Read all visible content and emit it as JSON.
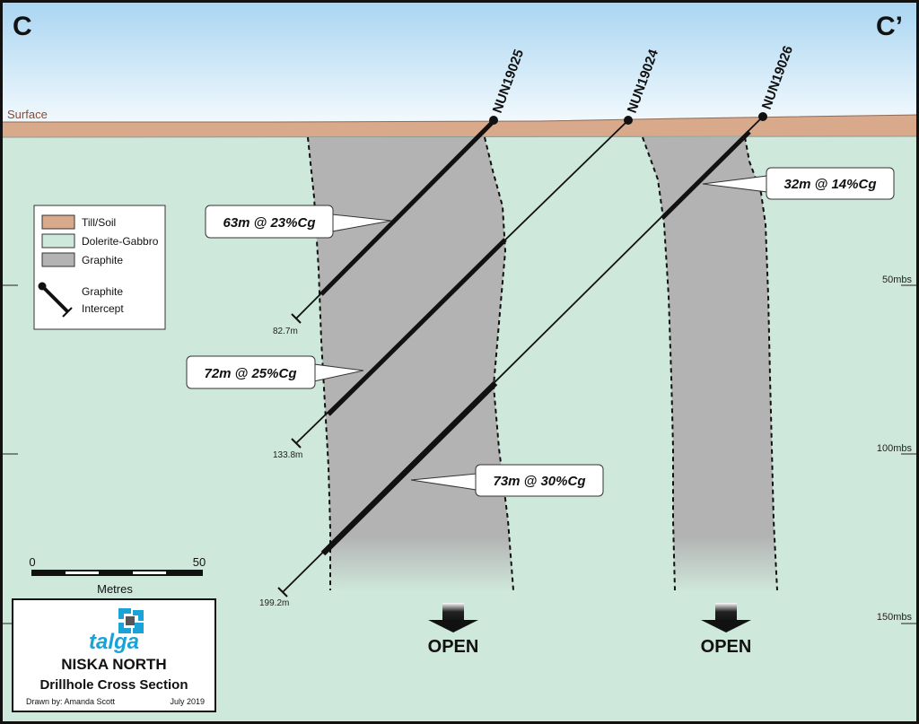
{
  "section": {
    "left_label": "C",
    "right_label": "C’",
    "surface_label": "Surface"
  },
  "colors": {
    "sky_top": "#b7dcf3",
    "sky_bottom": "#eef7fd",
    "soil": "#d9a98b",
    "dolerite": "#cfe8dc",
    "graphite": "#b3b3b3",
    "brand": "#1aa3d9"
  },
  "drillholes": [
    {
      "name": "NUN19025",
      "end_depth": "82.7m"
    },
    {
      "name": "NUN19024",
      "end_depth": "133.8m"
    },
    {
      "name": "NUN19026",
      "end_depth": "199.2m"
    }
  ],
  "intercepts": [
    {
      "text": "63m @ 23%Cg"
    },
    {
      "text": "72m @ 25%Cg"
    },
    {
      "text": "73m @ 30%Cg"
    },
    {
      "text": "32m @ 14%Cg"
    }
  ],
  "depth_axis": [
    "50mbs",
    "100mbs",
    "150mbs"
  ],
  "legend": {
    "items": [
      "Till/Soil",
      "Dolerite-Gabbro",
      "Graphite"
    ],
    "intercept_line1": "Graphite",
    "intercept_line2": "Intercept"
  },
  "scale_bar": {
    "min": "0",
    "max": "50",
    "unit": "Metres"
  },
  "open_labels": [
    "OPEN",
    "OPEN"
  ],
  "title_block": {
    "logo_text": "talga",
    "title": "NISKA NORTH",
    "subtitle": "Drillhole Cross Section",
    "drawn_by": "Drawn by: Amanda Scott",
    "date": "July 2019"
  }
}
